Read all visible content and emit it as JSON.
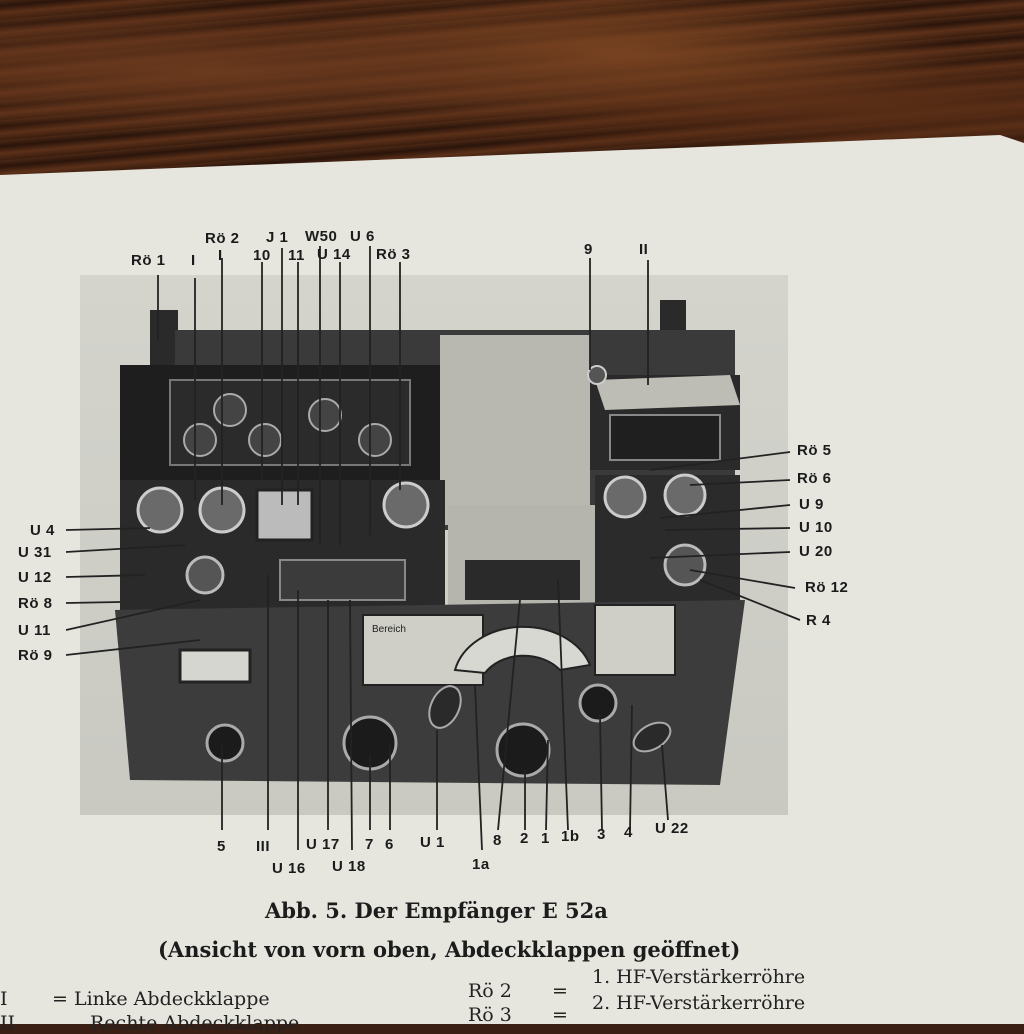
{
  "figure": {
    "caption_title": "Abb. 5. Der Empfänger E 52a",
    "caption_sub": "(Ansicht von vorn oben, Abdeckklappen geöffnet)",
    "top_labels": [
      "Rö 1",
      "I",
      "Rö 2",
      "I",
      "10",
      "J 1",
      "11",
      "W50",
      "U 14",
      "U 6",
      "Rö 3",
      "9",
      "II"
    ],
    "left_labels": [
      "U 4",
      "U 31",
      "U 12",
      "Rö 8",
      "U 11",
      "Rö 9"
    ],
    "right_labels": [
      "Rö 5",
      "Rö 6",
      "U 9",
      "U 10",
      "U 20",
      "Rö 12",
      "R 4"
    ],
    "bottom_labels": [
      "5",
      "III",
      "U 16",
      "U 17",
      "U 18",
      "7",
      "6",
      "U 1",
      "1a",
      "8",
      "2",
      "1",
      "1b",
      "3",
      "4",
      "U 22"
    ],
    "panel_text": [
      "Bereich"
    ]
  },
  "legend": {
    "left": [
      "= Linke Abdeckklappe",
      "Rechte Abdeckklappe"
    ],
    "left_keys": [
      "I",
      "II"
    ],
    "right": [
      {
        "key": "Rö 2",
        "eq": "=",
        "text": "1. HF-Verstärkerröhre"
      },
      {
        "key": "Rö 3",
        "eq": "=",
        "text": "2. HF-Verstärkerröhre"
      }
    ]
  },
  "colors": {
    "paper": "#e6e6df",
    "ink": "#1b1b1b",
    "wood": "#4a2815"
  }
}
